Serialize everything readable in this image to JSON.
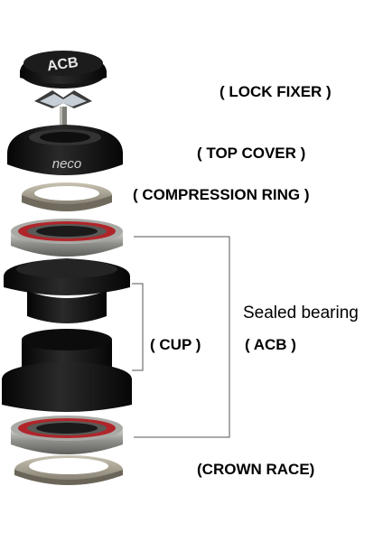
{
  "labels": {
    "lock_fixer": "( LOCK FIXER )",
    "top_cover": "( TOP COVER )",
    "compression_ring": "( COMPRESSION RING )",
    "sealed_bearing": "Sealed bearing",
    "acb": "( ACB )",
    "cup": "( CUP )",
    "crown_race": "(CROWN RACE)"
  },
  "logos": {
    "cap_text": "ACB",
    "cover_text": "neco"
  },
  "colors": {
    "part_black": "#111111",
    "steel": "#9a9a96",
    "red_seal": "#b0252a",
    "bracket_line": "#555555"
  }
}
